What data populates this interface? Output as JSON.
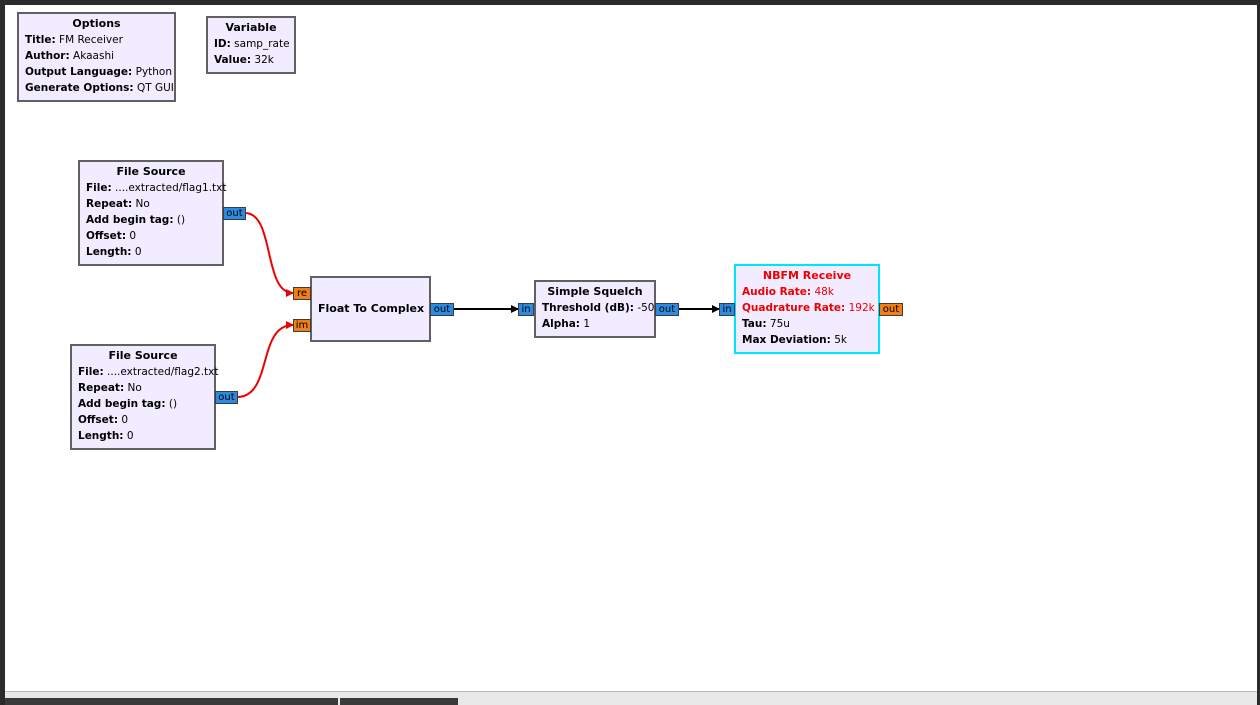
{
  "options": {
    "title": "Options",
    "rows": [
      {
        "k": "Title:",
        "v": "FM Receiver"
      },
      {
        "k": "Author:",
        "v": "Akaashi"
      },
      {
        "k": "Output Language:",
        "v": "Python"
      },
      {
        "k": "Generate Options:",
        "v": "QT GUI"
      }
    ]
  },
  "variable": {
    "title": "Variable",
    "rows": [
      {
        "k": "ID:",
        "v": "samp_rate"
      },
      {
        "k": "Value:",
        "v": "32k"
      }
    ]
  },
  "file_source_1": {
    "title": "File Source",
    "rows": [
      {
        "k": "File:",
        "v": "....extracted/flag1.txt"
      },
      {
        "k": "Repeat:",
        "v": "No"
      },
      {
        "k": "Add begin tag:",
        "v": "()"
      },
      {
        "k": "Offset:",
        "v": "0"
      },
      {
        "k": "Length:",
        "v": "0"
      }
    ],
    "out_port": "out"
  },
  "file_source_2": {
    "title": "File Source",
    "rows": [
      {
        "k": "File:",
        "v": "....extracted/flag2.txt"
      },
      {
        "k": "Repeat:",
        "v": "No"
      },
      {
        "k": "Add begin tag:",
        "v": "()"
      },
      {
        "k": "Offset:",
        "v": "0"
      },
      {
        "k": "Length:",
        "v": "0"
      }
    ],
    "out_port": "out"
  },
  "float_to_complex": {
    "title": "Float To Complex",
    "in_re": "re",
    "in_im": "im",
    "out_port": "out"
  },
  "simple_squelch": {
    "title": "Simple Squelch",
    "rows": [
      {
        "k": "Threshold (dB):",
        "v": "-50"
      },
      {
        "k": "Alpha:",
        "v": "1"
      }
    ],
    "in_port": "in",
    "out_port": "out"
  },
  "nbfm_receive": {
    "title": "NBFM Receive",
    "rows": [
      {
        "k": "Audio Rate:",
        "v": "48k",
        "error": true
      },
      {
        "k": "Quadrature Rate:",
        "v": "192k",
        "error": true
      },
      {
        "k": "Tau:",
        "v": "75u",
        "error": false
      },
      {
        "k": "Max Deviation:",
        "v": "5k",
        "error": false
      }
    ],
    "in_port": "in",
    "out_port": "out"
  },
  "colors": {
    "complex_port": "#2b8be0",
    "float_port": "#f07f15",
    "float_wire": "#ee0000",
    "complex_wire": "#000000",
    "selected_border": "#00e5ff",
    "error_text": "#ee0000"
  }
}
